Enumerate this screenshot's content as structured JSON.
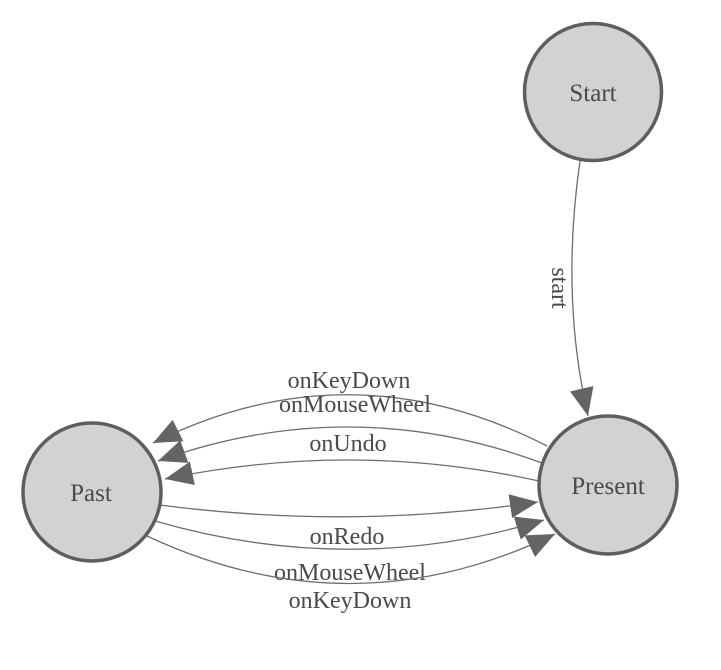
{
  "diagram": {
    "nodes": [
      {
        "id": "start",
        "label": "Start"
      },
      {
        "id": "present",
        "label": "Present"
      },
      {
        "id": "past",
        "label": "Past"
      }
    ],
    "edges": [
      {
        "from": "start",
        "to": "present",
        "label": "start"
      },
      {
        "from": "present",
        "to": "past",
        "label": "onKeyDown"
      },
      {
        "from": "present",
        "to": "past",
        "label": "onMouseWheel"
      },
      {
        "from": "present",
        "to": "past",
        "label": "onUndo"
      },
      {
        "from": "past",
        "to": "present",
        "label": "onRedo"
      },
      {
        "from": "past",
        "to": "present",
        "label": "onMouseWheel"
      },
      {
        "from": "past",
        "to": "present",
        "label": "onKeyDown"
      }
    ]
  },
  "colors": {
    "background": "#ffffff",
    "node_fill": "#d2d2d2",
    "node_stroke": "#5e5e5e",
    "edge_stroke": "#6e6e6e",
    "arrow_fill": "#646464",
    "text_color": "#4a4a4a"
  }
}
